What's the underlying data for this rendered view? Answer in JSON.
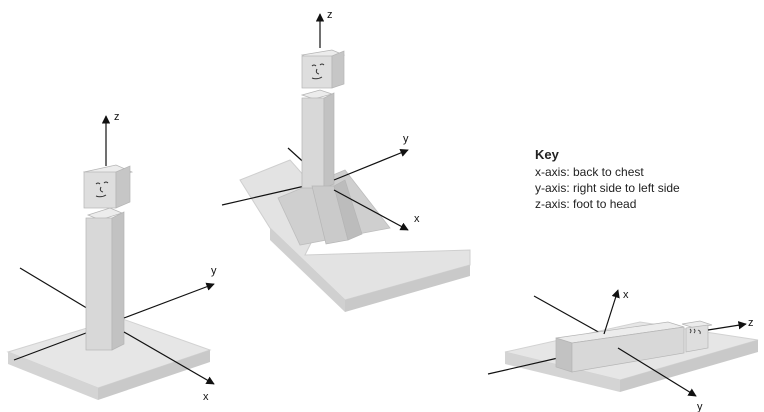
{
  "colors": {
    "body_front": "#d8d8d8",
    "body_side": "#c2c2c2",
    "body_top": "#ececec",
    "platform_top": "#e6e6e6",
    "platform_edge": "#d0d0d0",
    "axis": "#111111"
  },
  "figures": [
    {
      "pose": "standing",
      "axes": {
        "x": "x",
        "y": "y",
        "z": "z"
      }
    },
    {
      "pose": "reclined",
      "axes": {
        "x": "x",
        "y": "y",
        "z": "z"
      }
    },
    {
      "pose": "lying",
      "axes": {
        "x": "x",
        "y": "y",
        "z": "z"
      }
    }
  ],
  "key": {
    "title": "Key",
    "lines": [
      "x-axis: back to chest",
      "y-axis: right side to left side",
      "z-axis: foot to head"
    ]
  }
}
